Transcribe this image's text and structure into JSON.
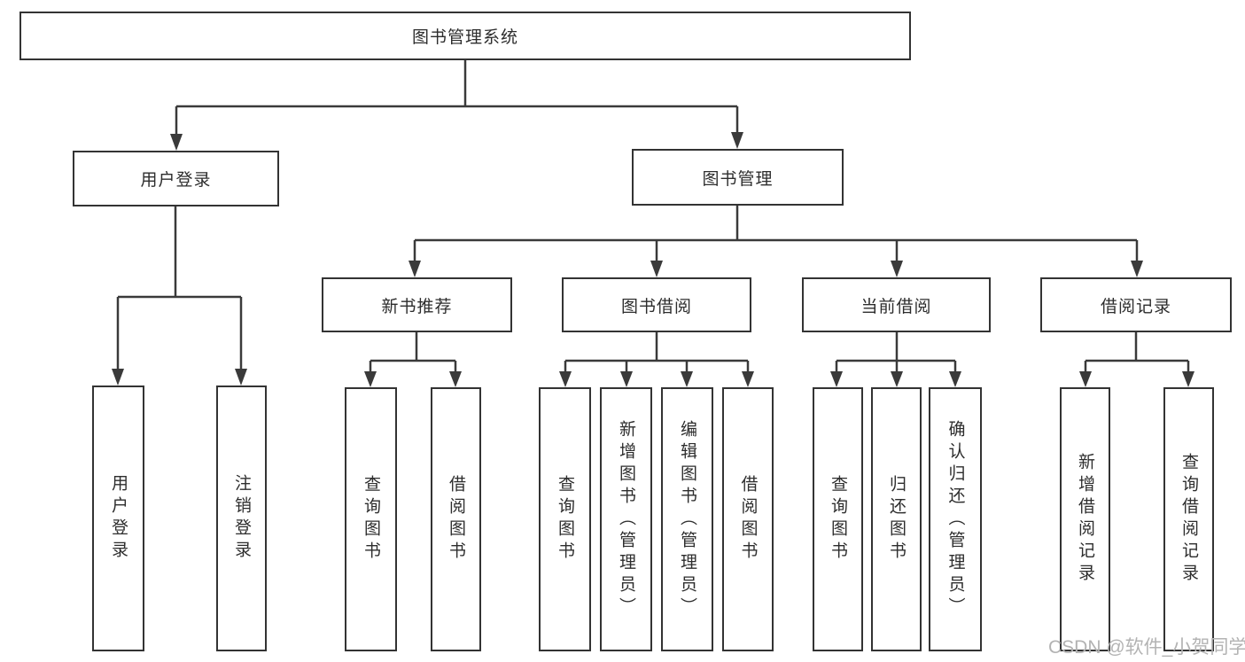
{
  "diagram": {
    "type": "tree",
    "colors": {
      "line": "#3a3a3a",
      "box_border": "#333333",
      "text": "#2d2d2d",
      "background": "#ffffff",
      "watermark": "#b3b3b3"
    },
    "tree": {
      "label": "图书管理系统",
      "children": [
        {
          "label": "用户登录",
          "children": [
            {
              "label": "用户登录"
            },
            {
              "label": "注销登录"
            }
          ]
        },
        {
          "label": "图书管理",
          "children": [
            {
              "label": "新书推荐",
              "children": [
                {
                  "label": "查询图书"
                },
                {
                  "label": "借阅图书"
                }
              ]
            },
            {
              "label": "图书借阅",
              "children": [
                {
                  "label": "查询图书"
                },
                {
                  "label": "新增图书（管理员）"
                },
                {
                  "label": "编辑图书（管理员）"
                },
                {
                  "label": "借阅图书"
                }
              ]
            },
            {
              "label": "当前借阅",
              "children": [
                {
                  "label": "查询图书"
                },
                {
                  "label": "归还图书"
                },
                {
                  "label": "确认归还（管理员）"
                }
              ]
            },
            {
              "label": "借阅记录",
              "children": [
                {
                  "label": "新增借阅记录"
                },
                {
                  "label": "查询借阅记录"
                }
              ]
            }
          ]
        }
      ]
    },
    "watermark": {
      "text": "CSDN @软件_小贺同学"
    }
  }
}
